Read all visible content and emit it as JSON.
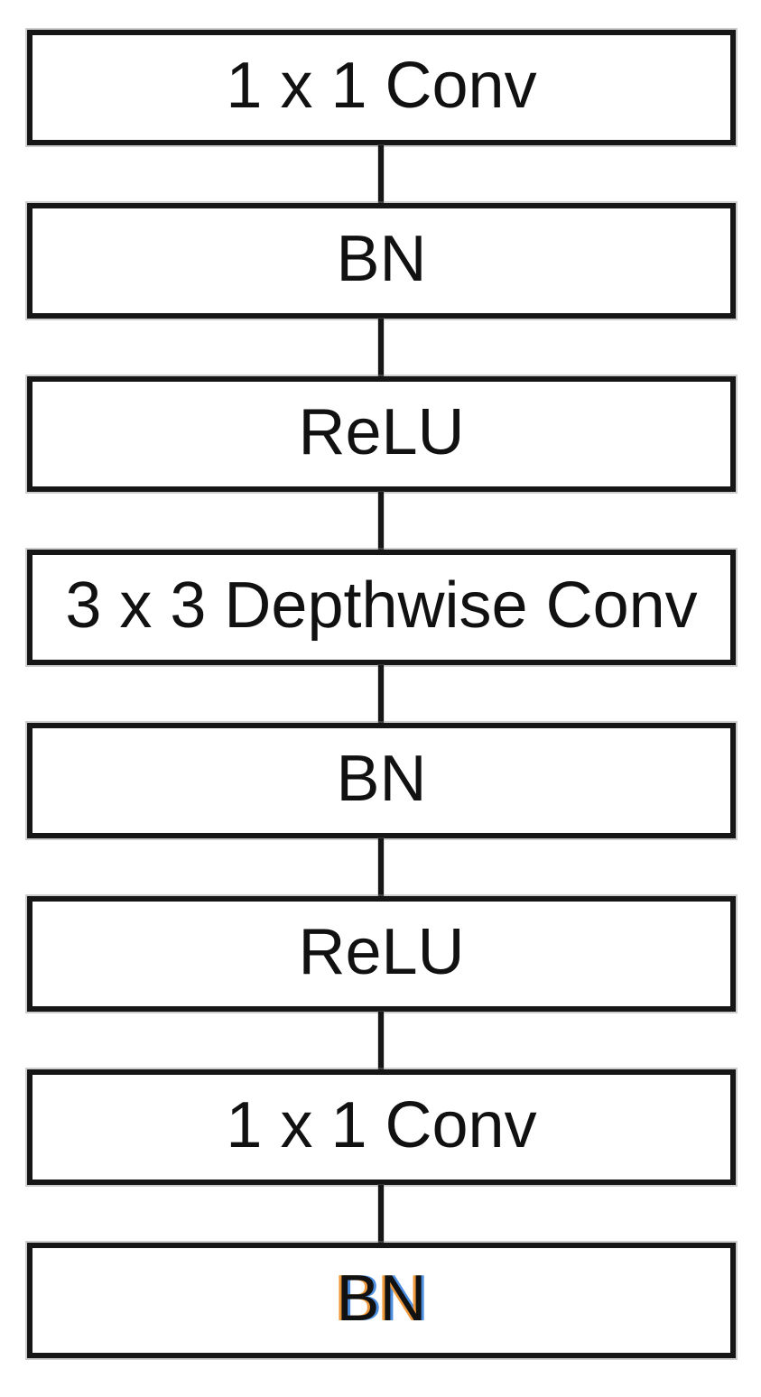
{
  "diagram": {
    "type": "flowchart",
    "direction": "top-down",
    "nodes": [
      {
        "id": "conv-1x1-a",
        "label": "1 x 1 Conv"
      },
      {
        "id": "bn-a",
        "label": "BN"
      },
      {
        "id": "relu-a",
        "label": "ReLU"
      },
      {
        "id": "depthwise-3x3",
        "label": "3 x 3 Depthwise Conv"
      },
      {
        "id": "bn-b",
        "label": "BN"
      },
      {
        "id": "relu-b",
        "label": "ReLU"
      },
      {
        "id": "conv-1x1-b",
        "label": "1 x 1 Conv"
      },
      {
        "id": "bn-c",
        "label": "BN",
        "chromatic_fringe": true
      }
    ],
    "edges": [
      [
        0,
        1
      ],
      [
        1,
        2
      ],
      [
        2,
        3
      ],
      [
        3,
        4
      ],
      [
        4,
        5
      ],
      [
        5,
        6
      ],
      [
        6,
        7
      ]
    ],
    "colors": {
      "border": "#161616",
      "connector": "#161616",
      "text": "#111111",
      "node_fill": "#ffffff",
      "fringe_left": "#ee9a3c",
      "fringe_right": "#4e8ee0"
    }
  }
}
